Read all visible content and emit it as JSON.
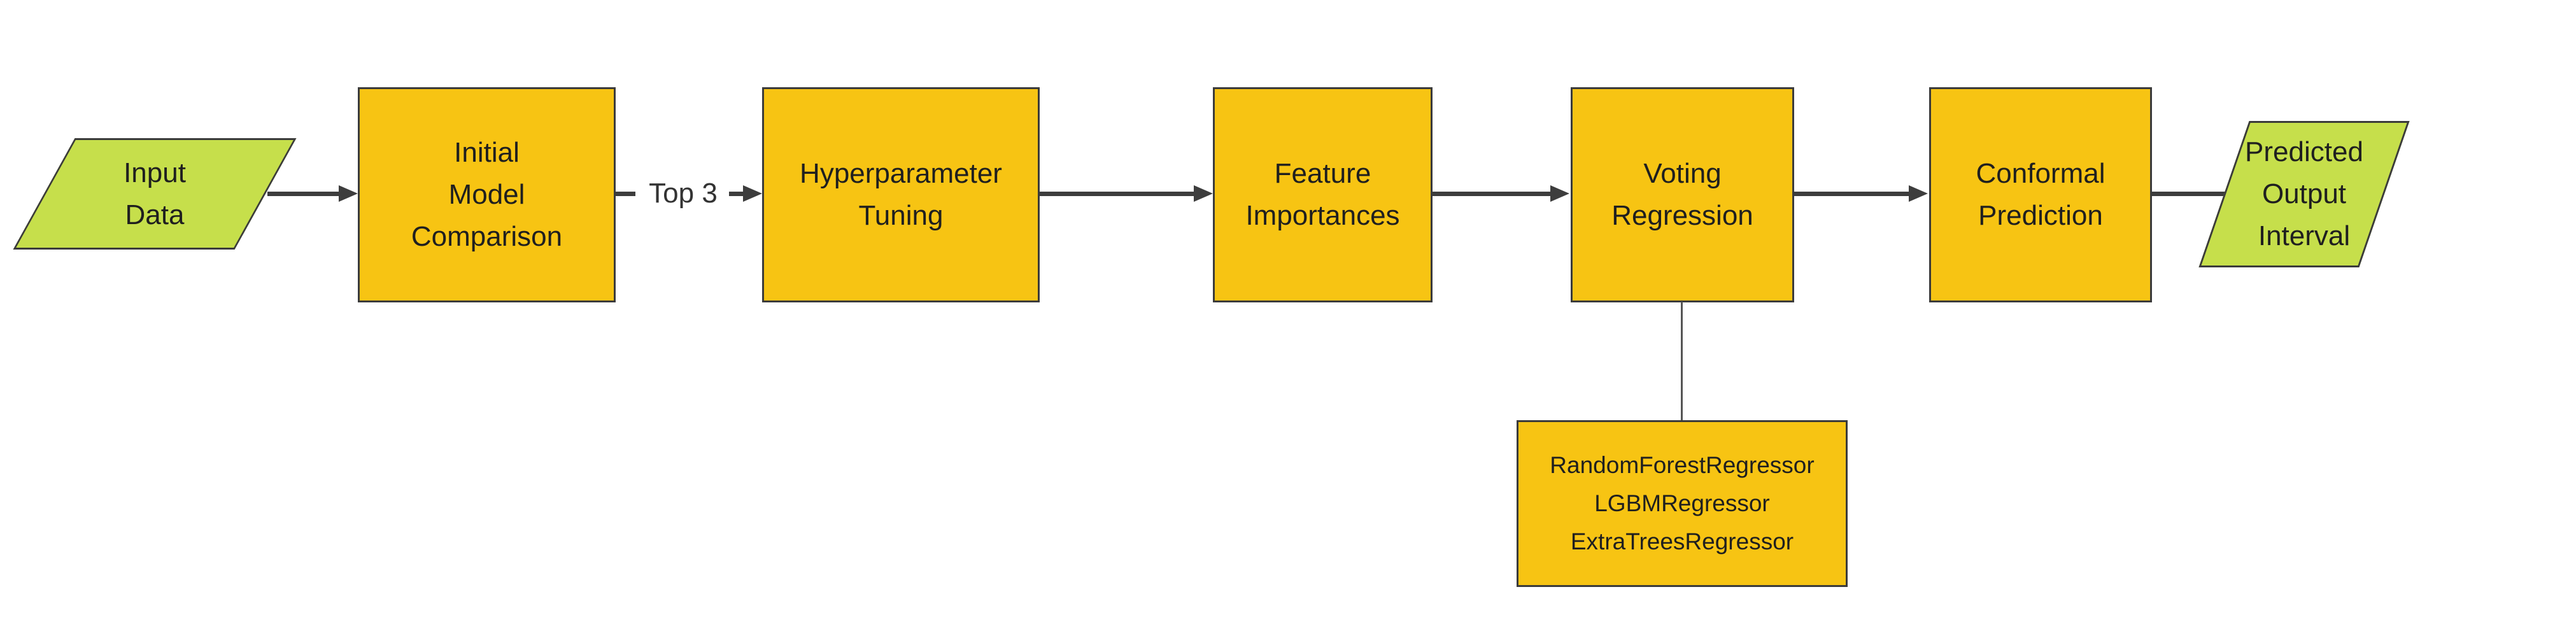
{
  "diagram": {
    "colors": {
      "background": "#ffffff",
      "process_fill": "#F7C413",
      "io_fill": "#C6DF4B",
      "node_border": "#3b3b3b",
      "arrow": "#3d3d3d",
      "text": "#1f1f1f",
      "edge_label_text": "#333333",
      "connector_line": "#555555"
    },
    "nodes": {
      "input_data": {
        "shape": "parallelogram",
        "lines": [
          "Input",
          "Data"
        ]
      },
      "initial_model_comparison": {
        "shape": "rect",
        "lines": [
          "Initial",
          "Model",
          "Comparison"
        ]
      },
      "hyperparameter_tuning": {
        "shape": "rect",
        "lines": [
          "Hyperparameter",
          "Tuning"
        ]
      },
      "feature_importances": {
        "shape": "rect",
        "lines": [
          "Feature",
          "Importances"
        ]
      },
      "voting_regression": {
        "shape": "rect",
        "lines": [
          "Voting",
          "Regression"
        ]
      },
      "conformal_prediction": {
        "shape": "rect",
        "lines": [
          "Conformal",
          "Prediction"
        ]
      },
      "predicted_output_interval": {
        "shape": "parallelogram",
        "lines": [
          "Predicted",
          "Output",
          "Interval"
        ]
      },
      "ensemble_regressors": {
        "shape": "rect",
        "lines": [
          "RandomForestRegressor",
          "LGBMRegressor",
          "ExtraTreesRegressor"
        ]
      }
    },
    "edges": [
      {
        "from": "Input Data",
        "to": "Initial Model Comparison",
        "label": "",
        "type": "arrow"
      },
      {
        "from": "Initial Model Comparison",
        "to": "Hyperparameter Tuning",
        "label": "Top 3",
        "type": "arrow"
      },
      {
        "from": "Hyperparameter Tuning",
        "to": "Feature Importances",
        "label": "",
        "type": "arrow"
      },
      {
        "from": "Feature Importances",
        "to": "Voting Regression",
        "label": "",
        "type": "arrow"
      },
      {
        "from": "Voting Regression",
        "to": "Conformal Prediction",
        "label": "",
        "type": "arrow"
      },
      {
        "from": "Conformal Prediction",
        "to": "Predicted Output Interval",
        "label": "",
        "type": "arrow"
      },
      {
        "from": "Voting Regression",
        "to": "Ensemble Regressors",
        "label": "",
        "type": "plain-line"
      }
    ]
  }
}
